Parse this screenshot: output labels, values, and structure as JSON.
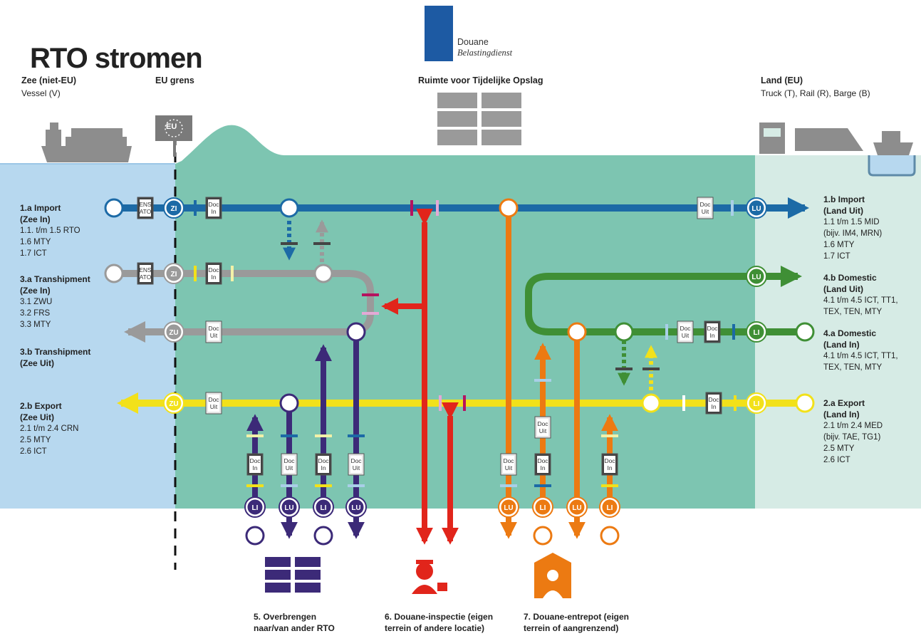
{
  "title": "RTO stromen",
  "brand": {
    "line1": "Douane",
    "line2": "Belastingdienst"
  },
  "headers": {
    "zee_title": "Zee (niet-EU)",
    "zee_sub": "Vessel (V)",
    "eu_grens": "EU grens",
    "ruimte": "Ruimte voor Tijdelijke Opslag",
    "land_title": "Land (EU)",
    "land_sub": "Truck (T), Rail (R), Barge (B)",
    "eu_sign": "EU"
  },
  "left_labels": [
    {
      "title": [
        "1.a Import",
        "(Zee In)"
      ],
      "items": [
        "1.1. t/m 1.5 RTO",
        "1.6 MTY",
        "1.7 ICT"
      ]
    },
    {
      "title": [
        "3.a Transhipment",
        "(Zee In)"
      ],
      "items": [
        "3.1 ZWU",
        "3.2 FRS",
        "3.3 MTY"
      ]
    },
    {
      "title": [
        "3.b Transhipment",
        "(Zee Uit)"
      ],
      "items": []
    },
    {
      "title": [
        "2.b Export",
        "(Zee Uit)"
      ],
      "items": [
        "2.1 t/m 2.4 CRN",
        "2.5 MTY",
        "2.6 ICT"
      ]
    }
  ],
  "right_labels": [
    {
      "title": [
        "1.b Import",
        "(Land Uit)"
      ],
      "items": [
        "1.1 t/m 1.5 MID",
        "(bijv. IM4, MRN)",
        "1.6 MTY",
        "1.7 ICT"
      ]
    },
    {
      "title": [
        "4.b Domestic",
        "(Land Uit)"
      ],
      "items": [
        "4.1 t/m 4.5 ICT, TT1,",
        "TEX, TEN, MTY"
      ]
    },
    {
      "title": [
        "4.a Domestic",
        "(Land In)"
      ],
      "items": [
        "4.1 t/m 4.5 ICT, TT1,",
        "TEX, TEN, MTY"
      ]
    },
    {
      "title": [
        "2.a Export",
        "(Land In)"
      ],
      "items": [
        "2.1 t/m 2.4 MED",
        "(bijv. TAE, TG1)",
        "2.5 MTY",
        "2.6 ICT"
      ]
    }
  ],
  "captions": {
    "c5": "5. Overbrengen\nnaar/van ander RTO",
    "c6": "6. Douane-inspectie (eigen\nterrein of andere locatie)",
    "c7": "7. Douane-entrepot (eigen\nterrein of aangrenzend)"
  },
  "node_labels": {
    "zi": "ZI",
    "zu": "ZU",
    "lu": "LU",
    "li": "LI"
  },
  "doc_labels": {
    "ens": [
      "ENS",
      "ATO"
    ],
    "doc_in": [
      "Doc",
      "In"
    ],
    "doc_uit": [
      "Doc",
      "Uit"
    ]
  },
  "colors": {
    "sea": "#b7d8ef",
    "rto": "#7dc5b1",
    "land": "#d6ebe5",
    "import": "#1c6aa6",
    "transhipment": "#9a9a9a",
    "export": "#f2e11a",
    "domestic": "#3f8f35",
    "transfer": "#3c2a78",
    "inspection": "#e1251b",
    "warehouse": "#ec7a12"
  }
}
